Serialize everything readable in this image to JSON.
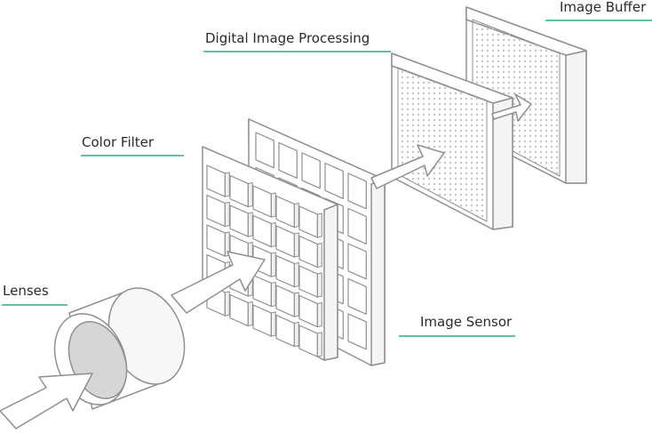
{
  "labels": {
    "image_buffer": "Image Buffer",
    "digital_image_processing": "Digital Image Processing",
    "color_filter": "Color Filter",
    "lenses": "Lenses",
    "image_sensor": "Image Sensor"
  },
  "colors": {
    "stroke": "#8f8f8f",
    "underline": "#5fc4a5",
    "text": "#2b2b2b",
    "lens_fill": "#d6d6d6",
    "dot": "#c4c4c4",
    "face": "#ffffff"
  },
  "grids": {
    "color_filter": {
      "rows": 5,
      "cols": 5
    },
    "image_sensor": {
      "rows": 5,
      "cols": 5
    }
  }
}
